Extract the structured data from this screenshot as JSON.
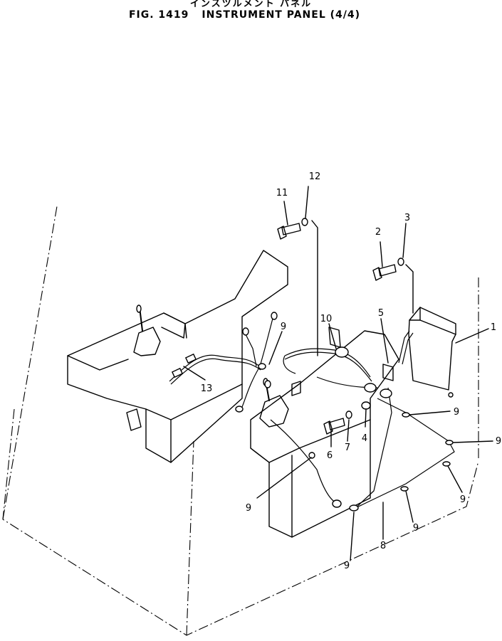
{
  "header": {
    "japanese_title": "インスツルメント パネル",
    "figure_number": "FIG. 1419",
    "title": "INSTRUMENT PANEL (4/4)"
  },
  "callouts": [
    "1",
    "2",
    "3",
    "4",
    "5",
    "6",
    "7",
    "8",
    "9",
    "10",
    "11",
    "12",
    "13"
  ]
}
